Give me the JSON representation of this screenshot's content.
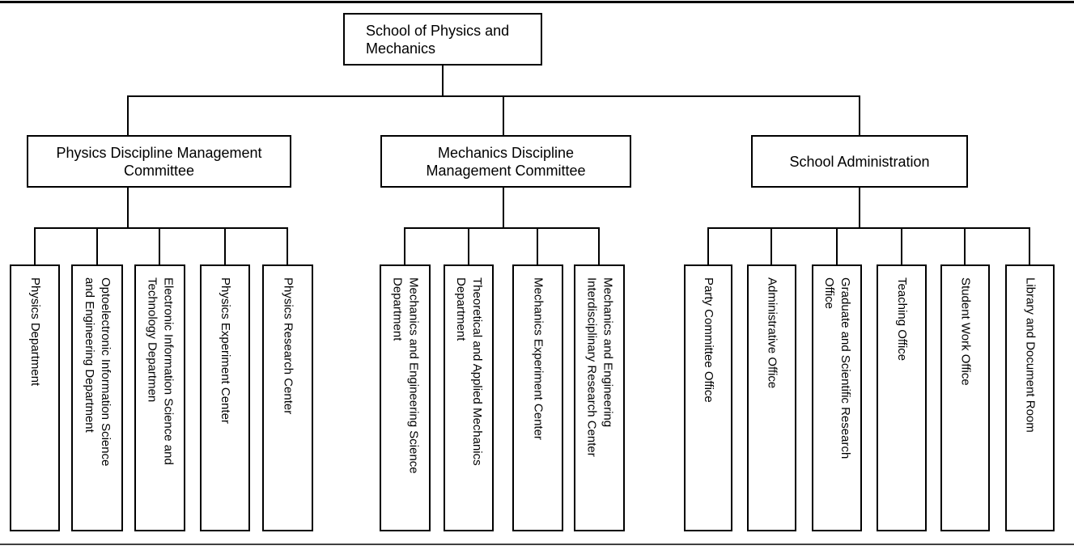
{
  "colors": {
    "background": "#ffffff",
    "box_border": "#000000",
    "text": "#000000",
    "connector": "#000000"
  },
  "org_chart": {
    "type": "organization-chart",
    "root": {
      "label": "School of Physics and\nMechanics"
    },
    "branches": [
      {
        "label": "Physics Discipline Management\nCommittee",
        "children": [
          {
            "label": "Physics Department"
          },
          {
            "label": "Optoelectronic Information Science\nand Engineering Department"
          },
          {
            "label": "Electronic Information Science and\nTechnology Departmen"
          },
          {
            "label": "Physics Experiment Center"
          },
          {
            "label": "Physics Research Center"
          }
        ]
      },
      {
        "label": "Mechanics Discipline\nManagement Committee",
        "children": [
          {
            "label": "Mechanics and Engineering Science\nDepartment"
          },
          {
            "label": "Theoretical and Applied Mechanics\nDepartment"
          },
          {
            "label": "Mechanics Experiment Center"
          },
          {
            "label": "Mechanics and Engineering\nInterdisciplinary Research Center"
          }
        ]
      },
      {
        "label": "School Administration",
        "children": [
          {
            "label": "Party Committee Office"
          },
          {
            "label": "Administrative Office"
          },
          {
            "label": "Graduate and Scientific Research\nOffice"
          },
          {
            "label": "Teaching Office"
          },
          {
            "label": "Student Work Office"
          },
          {
            "label": "Library and Document Room"
          }
        ]
      }
    ]
  }
}
